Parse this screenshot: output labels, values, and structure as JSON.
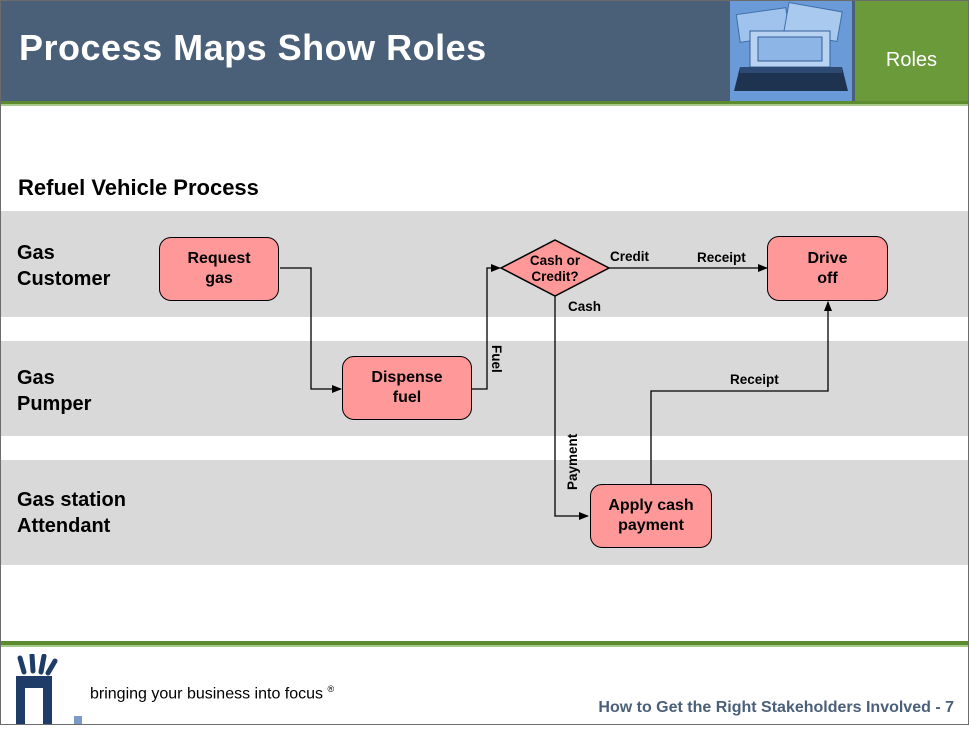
{
  "slide": {
    "title": "Process Maps Show Roles",
    "section_label": "Roles",
    "header_image_icon": "money-briefcase-image"
  },
  "diagram": {
    "title": "Refuel Vehicle Process",
    "lanes": [
      {
        "line1": "Gas",
        "line2": "Customer"
      },
      {
        "line1": "Gas",
        "line2": "Pumper"
      },
      {
        "line1": "Gas station",
        "line2": "Attendant"
      }
    ],
    "nodes": {
      "request_gas": {
        "line1": "Request",
        "line2": "gas"
      },
      "dispense_fuel": {
        "line1": "Dispense",
        "line2": "fuel"
      },
      "decision": {
        "line1": "Cash or",
        "line2": "Credit?"
      },
      "drive_off": {
        "line1": "Drive",
        "line2": "off"
      },
      "apply_cash": {
        "line1": "Apply cash",
        "line2": "payment"
      }
    },
    "edge_labels": {
      "fuel": "Fuel",
      "credit": "Credit",
      "receipt_top": "Receipt",
      "cash": "Cash",
      "payment": "Payment",
      "receipt_bottom": "Receipt"
    },
    "colors": {
      "box_fill": "#ff9999",
      "lane_fill": "#d9d9d9",
      "header": "#4a5f78",
      "accent": "#6b9a3a"
    }
  },
  "footer": {
    "tagline": "bringing your business into focus",
    "registered": "®",
    "page_text": "How to Get the Right Stakeholders Involved - 7",
    "logo_icon": "hand-logo-icon"
  }
}
